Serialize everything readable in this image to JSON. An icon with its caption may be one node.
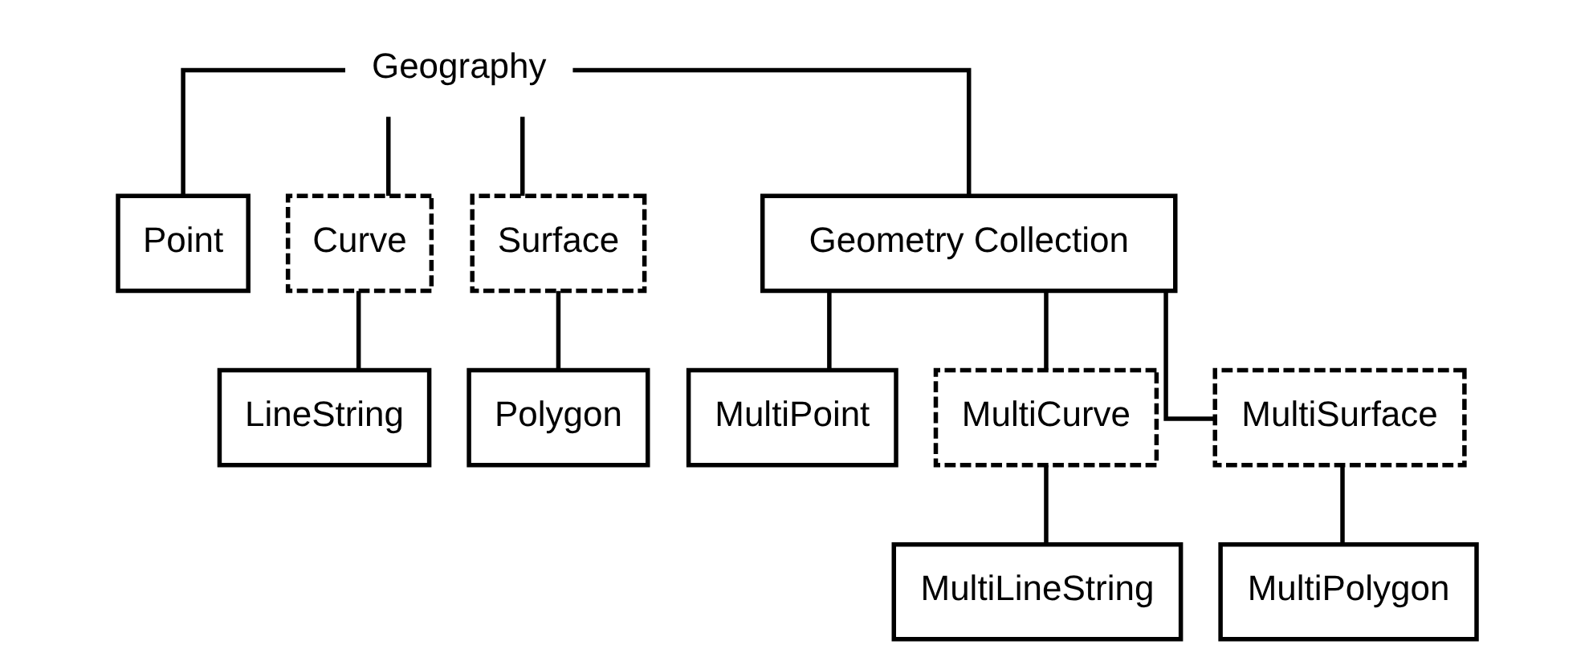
{
  "diagram": {
    "nodes": [
      {
        "text": [
          "Geography"
        ]
      },
      {
        "text": [
          "Point"
        ]
      },
      {
        "text": [
          "Curve"
        ]
      },
      {
        "text": [
          "Surface"
        ]
      },
      {
        "text": [
          "Geometry Collection"
        ]
      },
      {
        "text": [
          "LineString"
        ]
      },
      {
        "text": [
          "Polygon"
        ]
      },
      {
        "text": [
          "MultiPoint"
        ]
      },
      {
        "text": [
          "MultiCurve"
        ]
      },
      {
        "text": [
          "MultiSurface"
        ]
      },
      {
        "text": [
          "MultiLineString"
        ]
      },
      {
        "text": [
          "MultiPolygon"
        ]
      }
    ],
    "edges": [
      {
        "from": 0,
        "to": 1,
        "arrow": "none"
      },
      {
        "from": 0,
        "to": 2,
        "arrow": "none"
      },
      {
        "from": 0,
        "to": 3,
        "arrow": "none"
      },
      {
        "from": 0,
        "to": 4,
        "arrow": "none"
      },
      {
        "from": 2,
        "to": 5,
        "arrow": "none"
      },
      {
        "from": 3,
        "to": 6,
        "arrow": "none"
      },
      {
        "from": 4,
        "to": 7,
        "arrow": "none"
      },
      {
        "from": 4,
        "to": 8,
        "arrow": "none"
      },
      {
        "from": 4,
        "to": 9,
        "arrow": "none"
      },
      {
        "from": 8,
        "to": 10,
        "arrow": "none"
      },
      {
        "from": 9,
        "to": 11,
        "arrow": "none"
      }
    ]
  }
}
